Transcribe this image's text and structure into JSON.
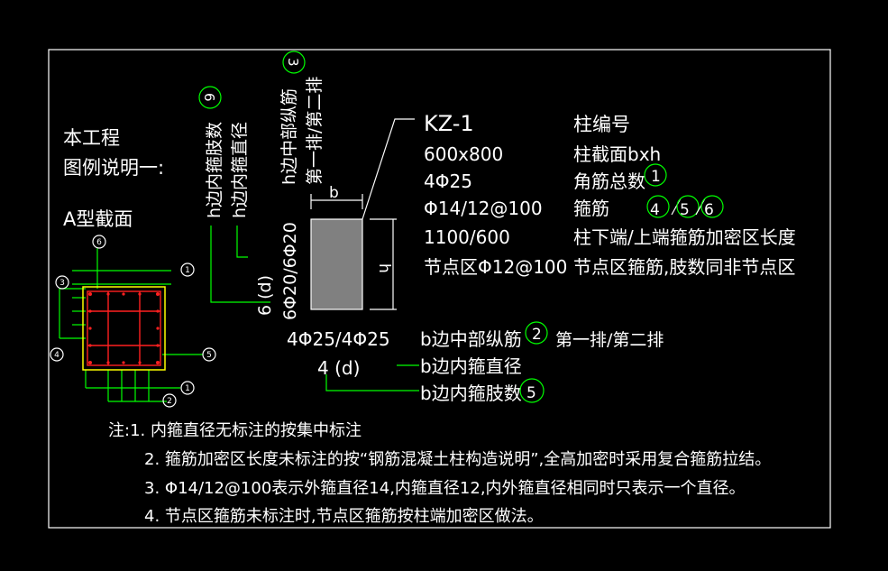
{
  "colors": {
    "background": "#000000",
    "text": "#ffffff",
    "leader": "#00ff00",
    "highlight": "#ffff00",
    "rebar": "#ff2020",
    "section_fill": "#808080"
  },
  "intro": {
    "line1": "本工程",
    "line2": "图例说明一:",
    "section_type": "A型截面"
  },
  "legend": {
    "code": "KZ-1",
    "rows": [
      {
        "value": "600x800",
        "desc": "柱截面bxh"
      },
      {
        "value": "4Φ25",
        "desc": "角筋总数",
        "marker": "1"
      },
      {
        "value": "Φ14/12@100",
        "desc": "箍筋"
      },
      {
        "value": "1100/600",
        "desc": "柱下端/上端箍筋加密区长度"
      },
      {
        "value": "节点区Φ12@100",
        "desc": "节点区箍筋,肢数同非节点区"
      }
    ],
    "code_desc": "柱编号",
    "stirrup_markers": [
      "4",
      "5",
      "6"
    ]
  },
  "section": {
    "b_label": "b",
    "h_label": "h",
    "b_side_bars": "4Φ25/4Φ25",
    "b_side_legs": "4 (d)",
    "h_side_bars": "6Φ20/6Φ20",
    "h_side_legs": "6 (d)"
  },
  "vertical_labels": {
    "h_inner_legs": "h边内箍肢数",
    "h_inner_dia": "h边内箍直径",
    "h_mid_bars": "h边中部纵筋",
    "h_rows": "第一排/第二排",
    "marker_6": "6",
    "marker_3": "3"
  },
  "b_labels": {
    "mid_bars": "b边中部纵筋",
    "marker_2": "2",
    "rows": "第一排/第二排",
    "inner_dia": "b边内箍直径",
    "inner_legs": "b边内箍肢数",
    "marker_5": "5"
  },
  "mini_markers": [
    "6",
    "3",
    "1",
    "4",
    "5",
    "2",
    "1"
  ],
  "notes": [
    "注:1. 内箍直径无标注的按集中标注",
    "2. 箍筋加密区长度未标注的按“钢筋混凝土柱构造说明”,全高加密时采用复合箍筋拉结。",
    "3. Φ14/12@100表示外箍直径14,内箍直径12,内外箍直径相同时只表示一个直径。",
    "4. 节点区箍筋未标注时,节点区箍筋按柱端加密区做法。"
  ]
}
